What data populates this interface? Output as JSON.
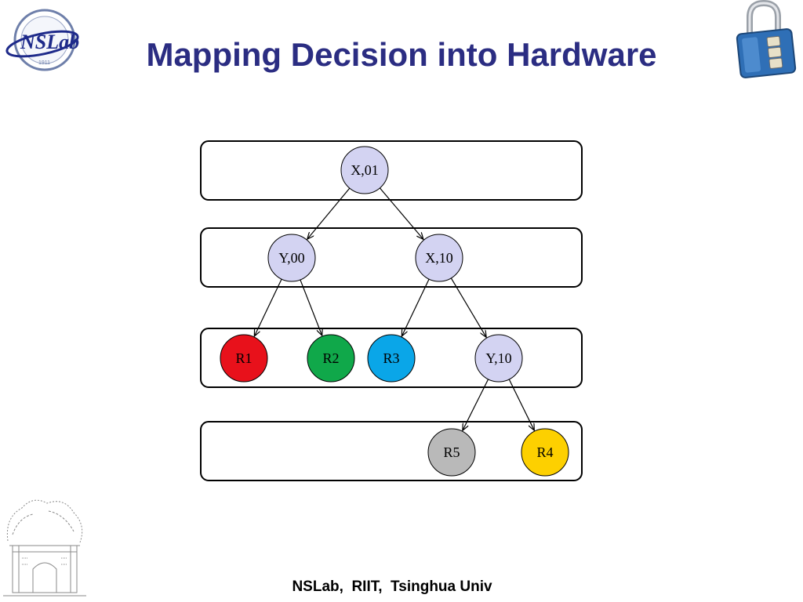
{
  "slide": {
    "title": "Mapping Decision into Hardware",
    "footer": "NSLab,  RIIT,  Tsinghua Univ"
  },
  "logo": {
    "text": "NSLab",
    "year": "1911"
  },
  "colors": {
    "title": "#2b2d82",
    "node_default": "#d3d3f2",
    "node_r1": "#e8111b",
    "node_r2": "#10a84a",
    "node_r3": "#0aa6e8",
    "node_r5": "#b9b9b9",
    "node_r4": "#fdd000"
  },
  "diagram": {
    "levels": 4,
    "nodes": [
      {
        "id": "n_x01",
        "label": "X,01",
        "color": "node_default",
        "level": 1
      },
      {
        "id": "n_y00",
        "label": "Y,00",
        "color": "node_default",
        "level": 2
      },
      {
        "id": "n_x10",
        "label": "X,10",
        "color": "node_default",
        "level": 2
      },
      {
        "id": "n_r1",
        "label": "R1",
        "color": "node_r1",
        "level": 3
      },
      {
        "id": "n_r2",
        "label": "R2",
        "color": "node_r2",
        "level": 3
      },
      {
        "id": "n_r3",
        "label": "R3",
        "color": "node_r3",
        "level": 3
      },
      {
        "id": "n_y10",
        "label": "Y,10",
        "color": "node_default",
        "level": 3
      },
      {
        "id": "n_r5",
        "label": "R5",
        "color": "node_r5",
        "level": 4
      },
      {
        "id": "n_r4",
        "label": "R4",
        "color": "node_r4",
        "level": 4
      }
    ],
    "edges": [
      [
        "n_x01",
        "n_y00"
      ],
      [
        "n_x01",
        "n_x10"
      ],
      [
        "n_y00",
        "n_r1"
      ],
      [
        "n_y00",
        "n_r2"
      ],
      [
        "n_x10",
        "n_r3"
      ],
      [
        "n_x10",
        "n_y10"
      ],
      [
        "n_y10",
        "n_r5"
      ],
      [
        "n_y10",
        "n_r4"
      ]
    ]
  }
}
